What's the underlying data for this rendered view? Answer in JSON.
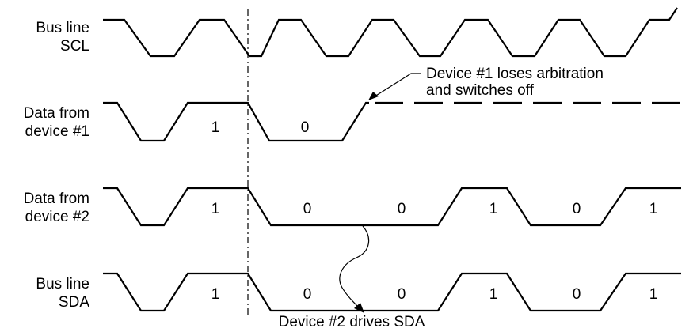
{
  "signals": {
    "scl": {
      "label_line1": "Bus line",
      "label_line2": "SCL"
    },
    "device1": {
      "label_line1": "Data from",
      "label_line2": "device #1",
      "bits": [
        "1",
        "0"
      ]
    },
    "device2": {
      "label_line1": "Data from",
      "label_line2": "device #2",
      "bits": [
        "1",
        "0",
        "0",
        "1",
        "0",
        "1"
      ]
    },
    "sda": {
      "label_line1": "Bus line",
      "label_line2": "SDA",
      "bits": [
        "1",
        "0",
        "0",
        "1",
        "0",
        "1"
      ]
    }
  },
  "annotations": {
    "lose_line1": "Device #1 loses arbitration",
    "lose_line2": "and switches off",
    "drives": "Device #2 drives SDA"
  }
}
